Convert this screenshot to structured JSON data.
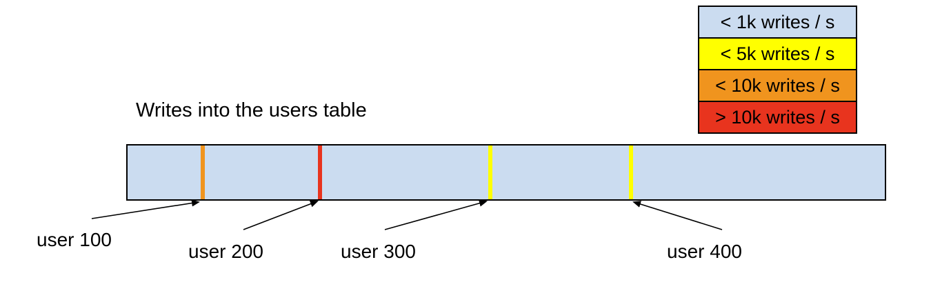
{
  "title": "Writes into the users table",
  "legend": {
    "items": [
      {
        "label": "< 1k writes / s",
        "color": "#cbdcf0"
      },
      {
        "label": "< 5k writes / s",
        "color": "#ffff00"
      },
      {
        "label": "< 10k writes / s",
        "color": "#f0941e"
      },
      {
        "label": "> 10k writes / s",
        "color": "#e8341e"
      }
    ]
  },
  "bar": {
    "fill": "#cbdcf0",
    "markers": [
      {
        "user": "user 100",
        "color": "#f0941e",
        "position": "9.9%"
      },
      {
        "user": "user 200",
        "color": "#e8341e",
        "position": "25.4%"
      },
      {
        "user": "user 300",
        "color": "#ffff00",
        "position": "47.9%"
      },
      {
        "user": "user 400",
        "color": "#ffff00",
        "position": "66.5%"
      }
    ]
  }
}
